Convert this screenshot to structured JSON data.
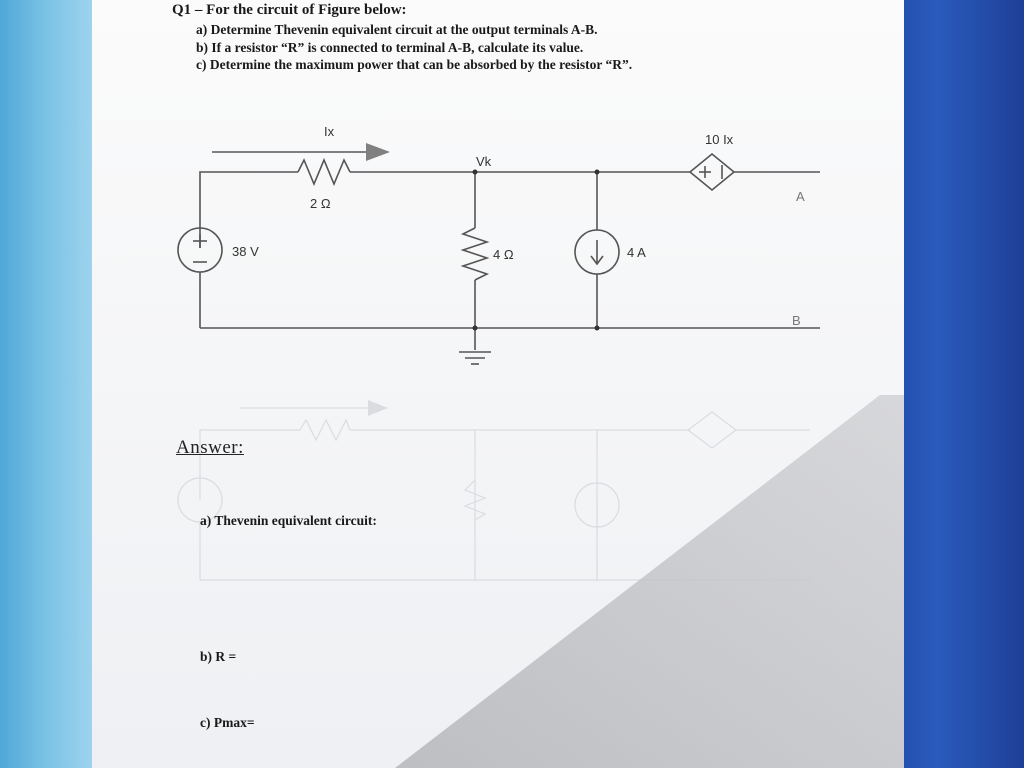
{
  "question": {
    "title": "Q1 – For the circuit of Figure below:",
    "items": [
      "a)  Determine Thevenin equivalent circuit at the output terminals A-B.",
      "b)  If a resistor “R” is connected to terminal A-B, calculate its value.",
      "c)  Determine the maximum power that can be absorbed by the resistor “R”."
    ]
  },
  "circuit": {
    "current_label": "Ix",
    "resistor_1": "2 Ω",
    "node_label": "Vk",
    "source_voltage": "38 V",
    "resistor_2": "4 Ω",
    "current_source": "4 A",
    "dependent_source": "10 Ix",
    "terminal_a": "A",
    "terminal_b": "B"
  },
  "answer": {
    "heading": "Answer:",
    "a_label": "a)  Thevenin equivalent circuit:",
    "b_label": "b)   R =",
    "c_label": "c)   Pmax="
  },
  "colors": {
    "paper": "#f7f7f8",
    "ink": "#1a1a1a",
    "circuit_line": "#555555",
    "arrow": "#808080",
    "left_background": "#6fb9e2",
    "right_background": "#2450b0"
  }
}
